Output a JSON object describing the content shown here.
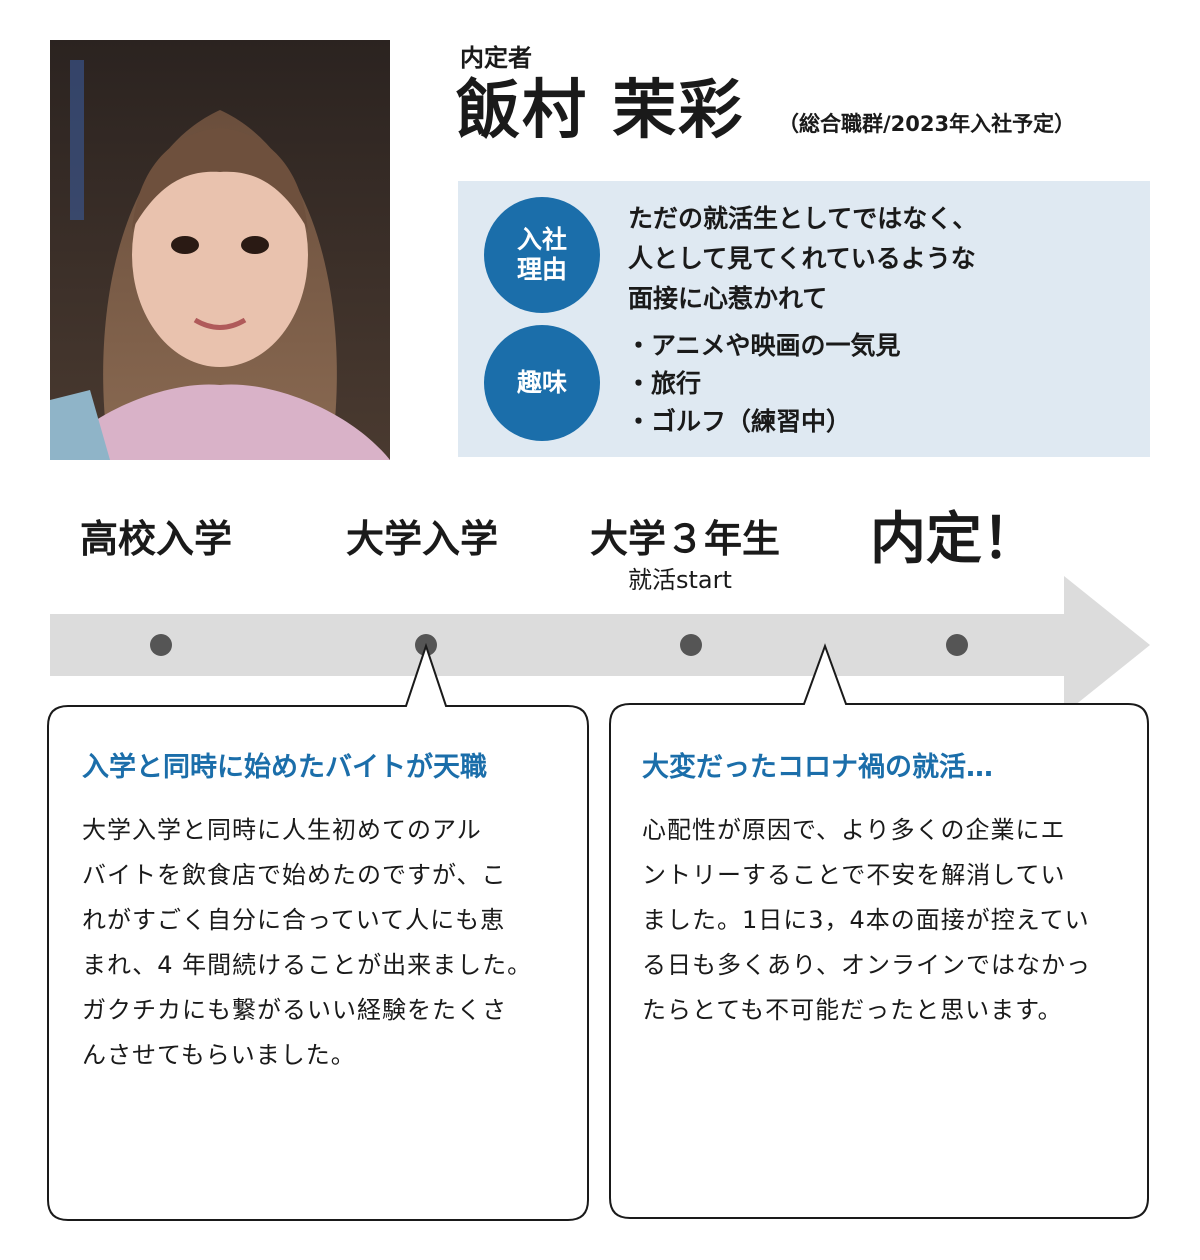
{
  "profile": {
    "role": "内定者",
    "name": "飯村 茉彩",
    "detail": "（総合職群/2023年入社予定）"
  },
  "reason": {
    "badge": "入社理由",
    "lines": [
      "ただの就活生としてではなく、",
      "人として見てくれているような",
      "面接に心惹かれて"
    ]
  },
  "hobby": {
    "badge": "趣味",
    "items": [
      "アニメや映画の一気見",
      "旅行",
      "ゴルフ（練習中）"
    ]
  },
  "timeline": {
    "stages": [
      "高校入学",
      "大学入学",
      "大学３年生",
      "内定！"
    ],
    "sub": "就活start"
  },
  "story1": {
    "title": "入学と同時に始めたバイトが天職",
    "lines": [
      "大学入学と同時に人生初めてのアル",
      "バイトを飲食店で始めたのですが、こ",
      "れがすごく自分に合っていて人にも恵",
      "まれ、4 年間続けることが出来ました。",
      "ガクチカにも繋がるいい経験をたくさ",
      "んさせてもらいました。"
    ]
  },
  "story2": {
    "title": "大変だったコロナ禍の就活…",
    "lines": [
      "心配性が原因で、より多くの企業にエ",
      "ントリーすることで不安を解消してい",
      "ました。1日に3，4本の面接が控えてい",
      "る日も多くあり、オンラインではなかっ",
      "たらとても不可能だったと思います。"
    ]
  },
  "colors": {
    "accent": "#1b6eaa",
    "panel": "#dfe9f2",
    "arrow": "#dcdcdc",
    "dot": "#555555"
  }
}
